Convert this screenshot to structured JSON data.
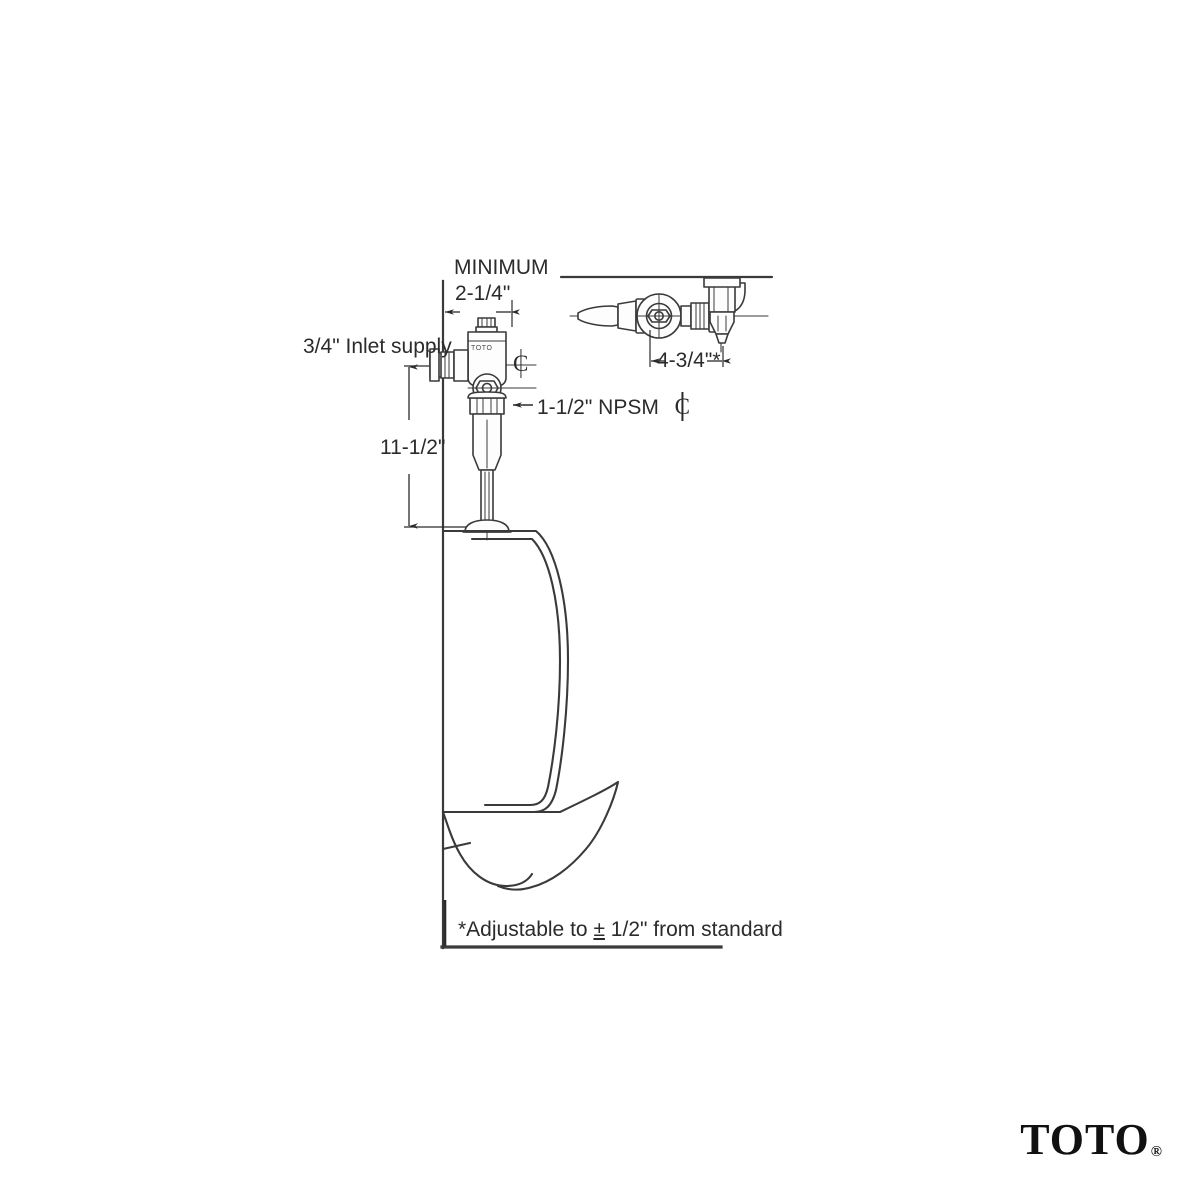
{
  "document": {
    "type": "technical-specification-drawing",
    "product": "Wall-mounted urinal with exposed manual flush valve",
    "background_color": "#ffffff",
    "line_color": "#3a3a3a",
    "text_color": "#2b2b2b"
  },
  "annotations": {
    "minimum_label": "MINIMUM",
    "top_clearance_dim": "2-1/4\"",
    "inlet_supply_label": "3/4\" Inlet supply",
    "height_dim": "11-1/2\"",
    "spud_label": "1-1/2\" NPSM",
    "projection_dim": "4-3/4\"*",
    "footnote": "*Adjustable to ± 1/2\" from standard",
    "footnote_prefix": "*Adjustable to ",
    "footnote_pm": "±",
    "footnote_suffix": " 1/2\" from standard",
    "centerline_symbol": "C",
    "valve_body_mark": "TOTO"
  },
  "brand": {
    "name": "TOTO",
    "registered_mark": "®"
  },
  "dimensions": {
    "top_clearance_inches": 2.25,
    "rim_height_inches": 11.5,
    "spud_size": "1-1/2\" NPSM",
    "inlet_supply_size": "3/4\"",
    "valve_projection_inches": 4.75,
    "projection_tolerance_inches": 0.5
  }
}
